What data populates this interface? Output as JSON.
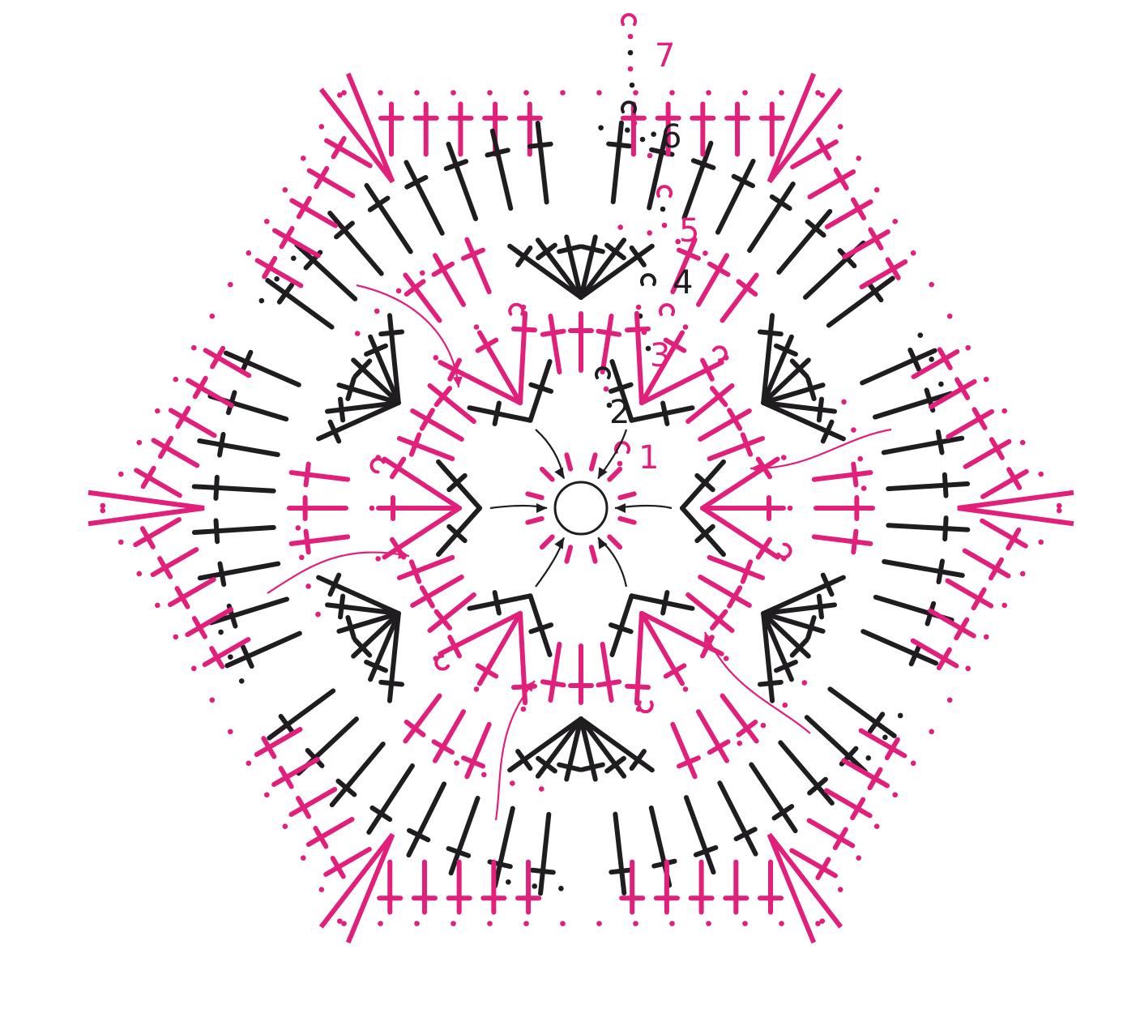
{
  "diagram": {
    "kind": "crochet-hexagon-chart",
    "colors": {
      "black": "#1f1d1f",
      "pink": "#e0207a",
      "background": "#ffffff"
    },
    "round_labels": [
      {
        "text": "1",
        "color": "pink"
      },
      {
        "text": "2",
        "color": "black"
      },
      {
        "text": "3",
        "color": "pink"
      },
      {
        "text": "4",
        "color": "black"
      },
      {
        "text": "5",
        "color": "pink"
      },
      {
        "text": "6",
        "color": "black"
      },
      {
        "text": "7",
        "color": "pink"
      }
    ],
    "rounds": [
      {
        "round": 1,
        "color": "pink",
        "stitch": "chain-spoke",
        "stitches_per_side": 2
      },
      {
        "round": 2,
        "color": "black",
        "stitch": "sc-double-crochet-pair",
        "stitches_per_side": 2
      },
      {
        "round": 3,
        "color": "pink",
        "stitch": "double-crochet",
        "stitches_per_side": 6
      },
      {
        "round": 4,
        "color": "black",
        "stitch": "double-crochet-fan",
        "stitches_per_side": 6
      },
      {
        "round": 5,
        "color": "pink",
        "stitch": "double-crochet",
        "stitches_per_side": 3
      },
      {
        "round": 6,
        "color": "black",
        "stitch": "treble-crochet",
        "stitches_per_side": 8
      },
      {
        "round": 7,
        "color": "pink",
        "stitch": "double-crochet",
        "stitches_per_side": 12
      }
    ],
    "symbols": [
      "magic-ring-icon",
      "chain-dot-icon",
      "slip-stitch-loop-icon",
      "double-crochet-icon",
      "start-arrow-icon"
    ]
  }
}
